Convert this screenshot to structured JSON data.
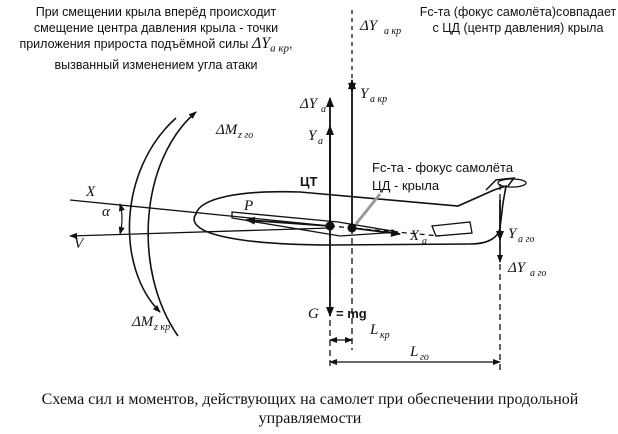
{
  "notes": {
    "left": "При смещении крыла вперёд происходит смещение центра давления крыла - точки приложения прироста подъёмной силы",
    "left_symbol": "ΔY",
    "left_symbol_sub": "a кр",
    "left_tail": ", вызванный изменением угла атаки",
    "right": "Fc-та (фокус самолёта)совпадает с ЦД (центр давления) крыла"
  },
  "labels": {
    "delta_y_a_kr_top": "ΔY",
    "delta_y_a_kr_top_sub": "a кр",
    "delta_y_a": "ΔY",
    "delta_y_a_sub": "a",
    "y_a": "Y",
    "y_a_sub": "a",
    "y_a_kr": "Y",
    "y_a_kr_sub": "a кр",
    "focus_label": "Fc-та - фокус самолёта",
    "cd_label": "ЦД - крыла",
    "ct_label": "ЦТ",
    "x_axis": "X",
    "alpha": "α",
    "v": "V",
    "p": "P",
    "x_a": "X",
    "x_a_sub": "a",
    "y_a_go": "Y",
    "y_a_go_sub": "a го",
    "delta_y_a_go": "ΔY",
    "delta_y_a_go_sub": "a го",
    "g": "G",
    "mg": "= mg",
    "l_kr": "L",
    "l_kr_sub": "кр",
    "l_go": "L",
    "l_go_sub": "го",
    "m_z_go": "ΔM",
    "m_z_go_sub": "z го",
    "m_z_kr": "ΔM",
    "m_z_kr_sub": "z кр"
  },
  "caption": "Схема сил и моментов, действующих на самолет при обеспечении продольной управляемости"
}
